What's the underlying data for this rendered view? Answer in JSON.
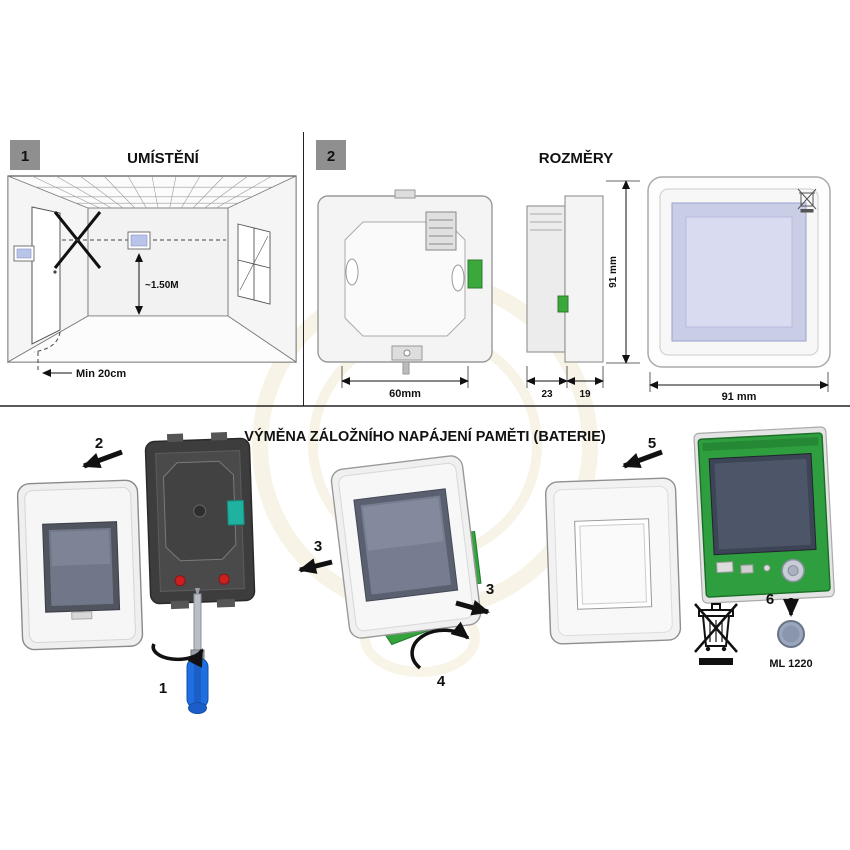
{
  "colors": {
    "accent_green": "#2f9e3e",
    "teal_clip": "#20b2a0",
    "screwdriver_blue": "#1f6fe0",
    "screen_lavender": "#c9cde6",
    "dark_screen": "#4f545e",
    "red_screw": "#cc2020",
    "badge_gray": "#8f8f8f"
  },
  "placement": {
    "badge": "1",
    "title": "UMÍSTĚNÍ",
    "height_label": "~1.50M",
    "min_distance_label": "Min 20cm"
  },
  "dimensions": {
    "badge": "2",
    "title": "ROZMĚRY",
    "back_width": "60mm",
    "depth_front": "23",
    "depth_back": "19",
    "front_height": "91 mm",
    "front_width": "91 mm"
  },
  "battery_section": {
    "title": "VÝMĚNA ZÁLOŽNÍHO NAPÁJENÍ PAMĚTI (BATERIE)",
    "battery_label": "ML 1220",
    "steps": {
      "s1": "1",
      "s2": "2",
      "s3": "3",
      "s4": "4",
      "s5": "5",
      "s6": "6"
    }
  }
}
